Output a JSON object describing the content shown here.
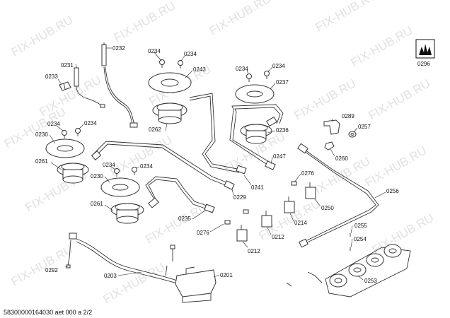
{
  "watermark": "FIX-HUB.RU",
  "footer": "58300000164030 aet 000 a 2/2",
  "parts": {
    "p0232": "0232",
    "p0231": "0231",
    "p0233": "0233",
    "p0234a": "0234",
    "p0234b": "0234",
    "p0243": "0243",
    "p0234c": "0234",
    "p0234d": "0234",
    "p0237": "0237",
    "p0296": "0296",
    "p0289": "0289",
    "p0257": "0257",
    "p0262": "0262",
    "p0236": "0236",
    "p0234e": "0234",
    "p0234f": "0234",
    "p0230a": "0230",
    "p0260": "0260",
    "p0261a": "0261",
    "p0247": "0247",
    "p0234g": "0234",
    "p0234h": "0234",
    "p0230b": "0230",
    "p0276a": "0276",
    "p0241": "0241",
    "p0229": "0229",
    "p0256": "0256",
    "p0261b": "0261",
    "p0250": "0250",
    "p0214": "0214",
    "p0235": "0235",
    "p0212a": "0212",
    "p0276b": "0276",
    "p0255": "0255",
    "p0254": "0254",
    "p0212b": "0212",
    "p0292": "0292",
    "p0203": "0203",
    "p0201": "0201",
    "p0253": "0253"
  }
}
